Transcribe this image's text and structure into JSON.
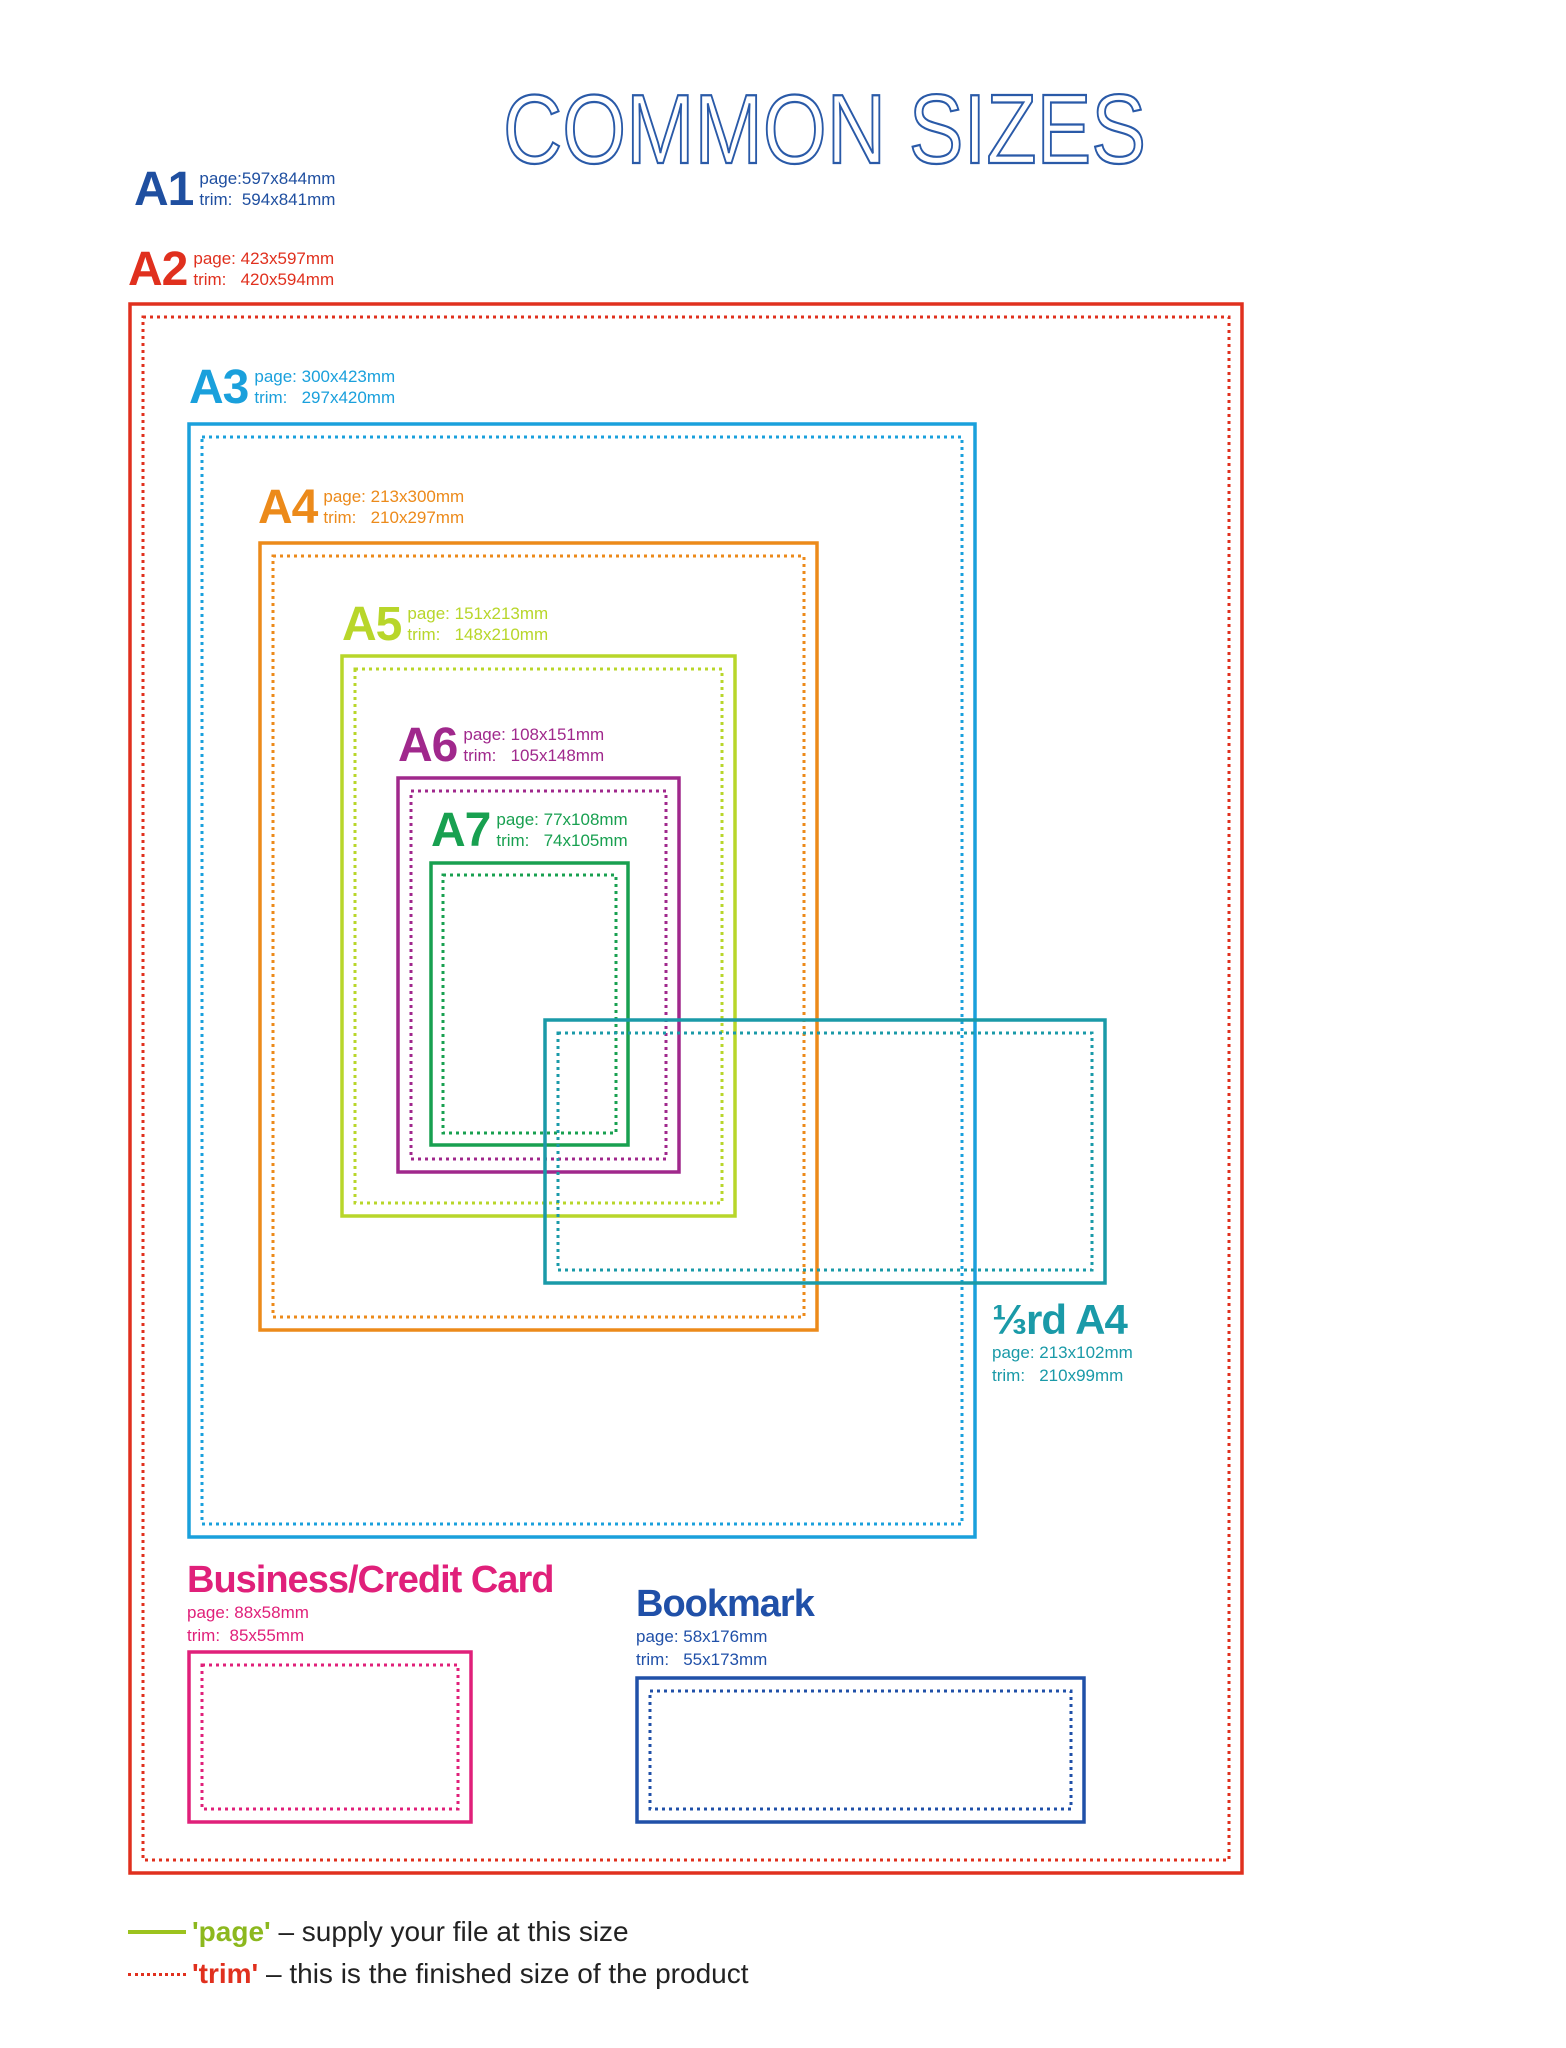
{
  "title": "COMMON SIZES",
  "colors": {
    "title": "#2a5aa8",
    "A1": "#1f4fa0",
    "A2": "#e0301e",
    "A3": "#1aa0dc",
    "A4": "#ec8a1a",
    "A5": "#b8d62a",
    "A6": "#a0288c",
    "A7": "#18a050",
    "third_A4": "#1a9aa8",
    "business": "#e0207a",
    "bookmark": "#2050a8"
  },
  "sizes": {
    "A1": {
      "name": "A1",
      "page": "page:597x844mm",
      "trim": "trim:  594x841mm"
    },
    "A2": {
      "name": "A2",
      "page": "page: 423x597mm",
      "trim": "trim:   420x594mm"
    },
    "A3": {
      "name": "A3",
      "page": "page: 300x423mm",
      "trim": "trim:   297x420mm"
    },
    "A4": {
      "name": "A4",
      "page": "page: 213x300mm",
      "trim": "trim:   210x297mm"
    },
    "A5": {
      "name": "A5",
      "page": "page: 151x213mm",
      "trim": "trim:   148x210mm"
    },
    "A6": {
      "name": "A6",
      "page": "page: 108x151mm",
      "trim": "trim:   105x148mm"
    },
    "A7": {
      "name": "A7",
      "page": "page: 77x108mm",
      "trim": "trim:   74x105mm"
    },
    "third_A4": {
      "name": "⅓rd A4",
      "page": "page: 213x102mm",
      "trim": "trim:   210x99mm"
    },
    "business": {
      "name": "Business/Credit Card",
      "page": "page: 88x58mm",
      "trim": "trim:  85x55mm"
    },
    "bookmark": {
      "name": "Bookmark",
      "page": "page: 58x176mm",
      "trim": "trim:   55x173mm"
    }
  },
  "legend": {
    "page_word": "'page'",
    "page_desc": " – supply your file at this size",
    "trim_word": "'trim'",
    "trim_desc": " – this is the finished size of the product"
  }
}
